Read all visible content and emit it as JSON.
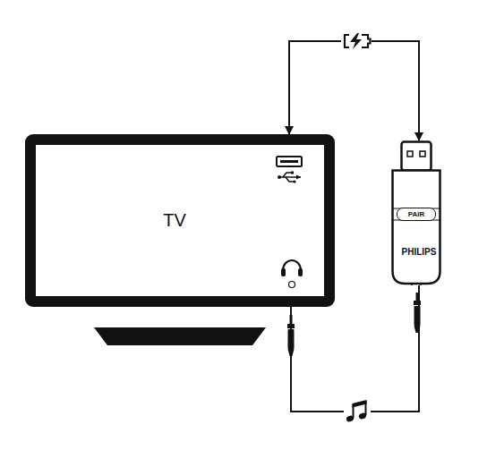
{
  "diagram": {
    "nodes": [
      {
        "text": [
          "TV"
        ]
      },
      {
        "text": [
          "PHILIPS"
        ]
      },
      {
        "text": [
          "PAIR"
        ],
        "in": 1
      }
    ],
    "edges": [
      {
        "from": 0,
        "to": 1,
        "arrow": "both"
      },
      {
        "from": 0,
        "to": 1,
        "arrow": "none"
      }
    ]
  }
}
